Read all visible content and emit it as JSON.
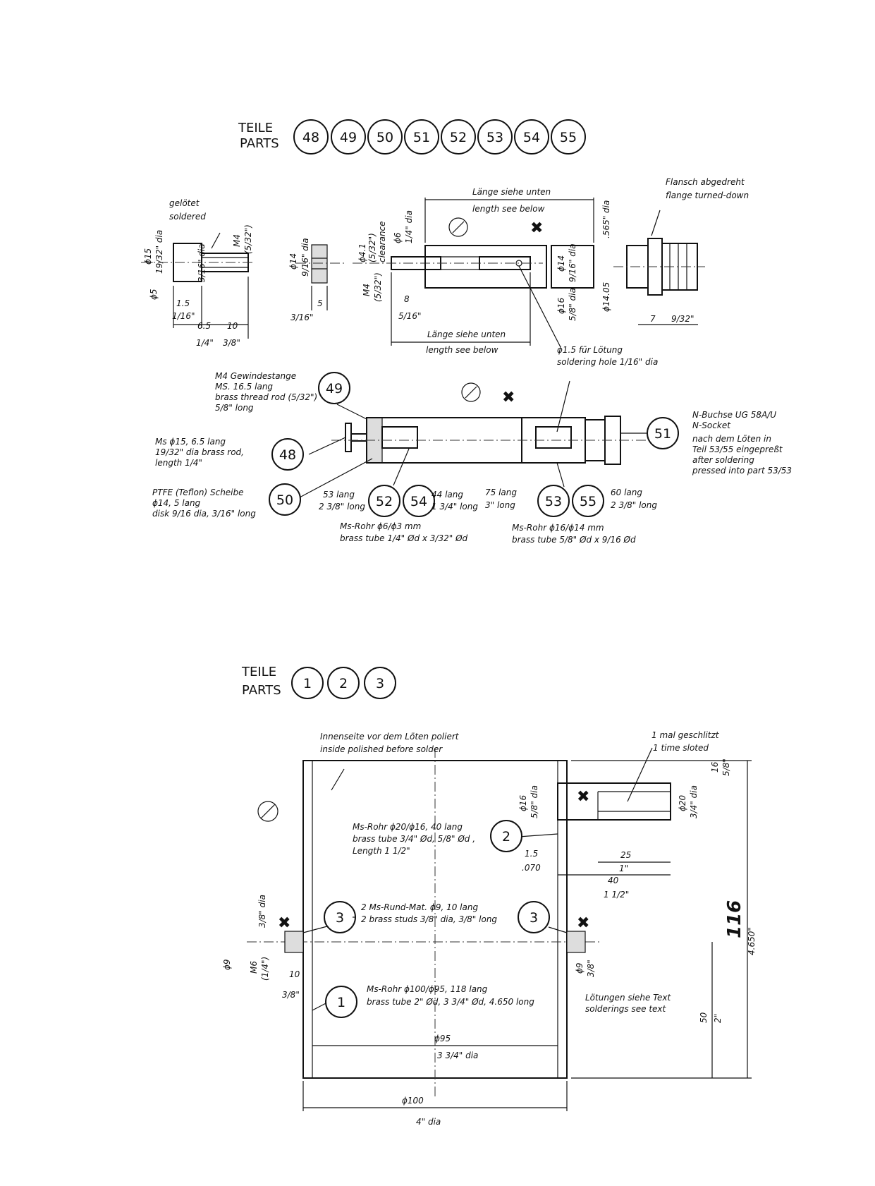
{
  "header_top": {
    "teile": "TEILE",
    "parts": "PARTS",
    "part_numbers": [
      "48",
      "49",
      "50",
      "51",
      "52",
      "53",
      "54",
      "55"
    ]
  },
  "header_bottom": {
    "teile": "TEILE",
    "parts": "PARTS",
    "part_numbers": [
      "1",
      "2",
      "3"
    ]
  },
  "top_detail": {
    "geloted": "gelötet",
    "soldered": "soldered",
    "dims_left": [
      "M4",
      "(5/32\")",
      "ϕ15",
      "19/32\" dia",
      "3/16\" dia",
      "ϕ5",
      "1.5",
      "1/16\"",
      "6.5",
      "10",
      "1/4\"",
      "3/8\""
    ],
    "dims_disk": [
      "ϕ14",
      "9/16\" dia",
      "5",
      "3/16\""
    ],
    "dims_rod": [
      "ϕ4.1",
      "(5/32\")",
      "clearance",
      "M4",
      "(5/32\")",
      "8",
      "5/16\"",
      "ϕ6",
      "1/4\" dia"
    ],
    "laenge_oben": "Länge siehe unten",
    "length_oben": "length see below",
    "laenge_unten": "Länge siehe unten",
    "length_unten": "length see below",
    "dims_tube": [
      "ϕ14",
      "9/16\" dia",
      "ϕ16",
      "5/8\" dia"
    ],
    "dims_socket": [
      ".565\" dia",
      "ϕ14.05",
      "7",
      "9/32\""
    ],
    "flansch": "Flansch abgedreht",
    "flange": "flange turned-down",
    "soldering_hole_1": "ϕ1.5 für Lötung",
    "soldering_hole_2": "soldering hole 1/16\" dia"
  },
  "assembly": {
    "m4_1": "M4 Gewindestange",
    "m4_2": "MS. 16.5 lang",
    "m4_3": "brass thread rod (5/32\")",
    "m4_4": "5/8\" long",
    "ms15_1": "Ms ϕ15, 6.5 lang",
    "ms15_2": "19/32\" dia brass rod,",
    "ms15_3": "length 1/4\"",
    "ptfe_1": "PTFE (Teflon) Scheibe",
    "ptfe_2": "ϕ14, 5 lang",
    "ptfe_3": "disk 9/16 dia, 3/16\" long",
    "n_1": "N-Buchse UG 58A/U",
    "n_2": "N-Socket",
    "n_3": "nach dem Löten in",
    "n_4": "Teil 53/55 eingepreßt",
    "n_5": "after soldering",
    "n_6": "pressed into part 53/53",
    "l53_1": "53 lang",
    "l53_2": "2 3/8\" long",
    "l44_1": "44 lang",
    "l44_2": "1 3/4\" long",
    "l75_1": "75 lang",
    "l75_2": "3\" long",
    "l60_1": "60 lang",
    "l60_2": "2 3/8\" long",
    "tube_a1": "Ms-Rohr ϕ6/ϕ3 mm",
    "tube_a2": "brass tube 1/4\" Ød x 3/32\" Ød",
    "tube_b1": "Ms-Rohr ϕ16/ϕ14 mm",
    "tube_b2": "brass tube 5/8\" Ød x 9/16 Ød",
    "callouts": [
      "49",
      "48",
      "50",
      "52",
      "54",
      "53",
      "55",
      "51"
    ]
  },
  "bottom_drawing": {
    "innen_1": "Innenseite vor dem Löten poliert",
    "innen_2": "inside polished before solder",
    "slot_1": "1 mal geschlitzt",
    "slot_2": "1 time sloted",
    "rohr2_1": "Ms-Rohr ϕ20/ϕ16, 40 lang",
    "rohr2_2": "brass tube 3/4\" Ød, 5/8\" Ød ,",
    "rohr2_3": "Length 1 1/2\"",
    "studs_1": "2 Ms-Rund-Mat. ϕ9, 10 lang",
    "studs_2": "2 brass studs 3/8\" dia, 3/8\" long",
    "rohr1_1": "Ms-Rohr ϕ100/ϕ95, 118 lang",
    "rohr1_2": "brass tube 2\" Ød, 3 3/4\" Ød, 4.650 long",
    "loet_1": "Lötungen siehe Text",
    "loet_2": "solderings see text",
    "d95": "ϕ95",
    "d95_in": "3 3/4\" dia",
    "d100": "ϕ100",
    "d100_in": "4\" dia",
    "d116": "116",
    "d4650": "4.650\"",
    "dims_small": [
      "16",
      "5/8\"",
      "ϕ20",
      "3/4\" dia",
      "ϕ16",
      "5/8\" dia",
      "1.5",
      ".070",
      "25",
      "1\"",
      "40",
      "1 1/2\"",
      "3/8\" dia",
      "ϕ9",
      "M6",
      "(1/4\")",
      "10",
      "3/8\"",
      "ϕ9",
      "3/8\"",
      "50",
      "2\""
    ],
    "callouts": [
      "2",
      "3",
      "3",
      "1"
    ]
  }
}
